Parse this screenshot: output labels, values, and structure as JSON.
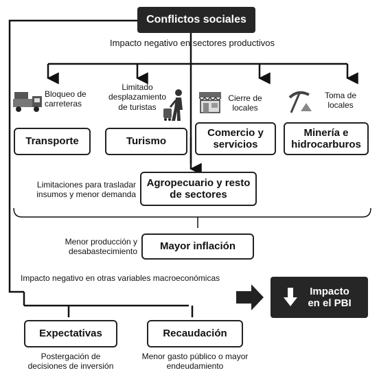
{
  "title": "Conflictos sociales",
  "subtitle": "Impacto negativo en sectores productivos",
  "sectors": [
    {
      "icon": "truck-icon",
      "note": "Bloqueo de carreteras",
      "label": "Transporte"
    },
    {
      "icon": "tourist-icon",
      "note": "Limitado desplazamiento de turistas",
      "label": "Turismo"
    },
    {
      "icon": "storefront-icon",
      "note": "Cierre de locales",
      "label": "Comercio y servicios"
    },
    {
      "icon": "pickaxe-icon",
      "note": "Toma de locales",
      "label": "Minería e hidrocarburos"
    }
  ],
  "agro": {
    "note": "Limitaciones para trasladar insumos y menor demanda",
    "label": "Agropecuario y resto de sectores"
  },
  "inflation": {
    "note": "Menor producción y desabastecimiento",
    "label": "Mayor inflación"
  },
  "macro_note": "Impacto negativo en otras variables macroeconómicas",
  "pbi": {
    "icon": "down-arrow-icon",
    "label": "Impacto en el PBI"
  },
  "bottom": [
    {
      "label": "Expectativas",
      "note": "Postergación de decisiones de inversión"
    },
    {
      "label": "Recaudación",
      "note": "Menor gasto público o mayor endeudamiento"
    }
  ]
}
